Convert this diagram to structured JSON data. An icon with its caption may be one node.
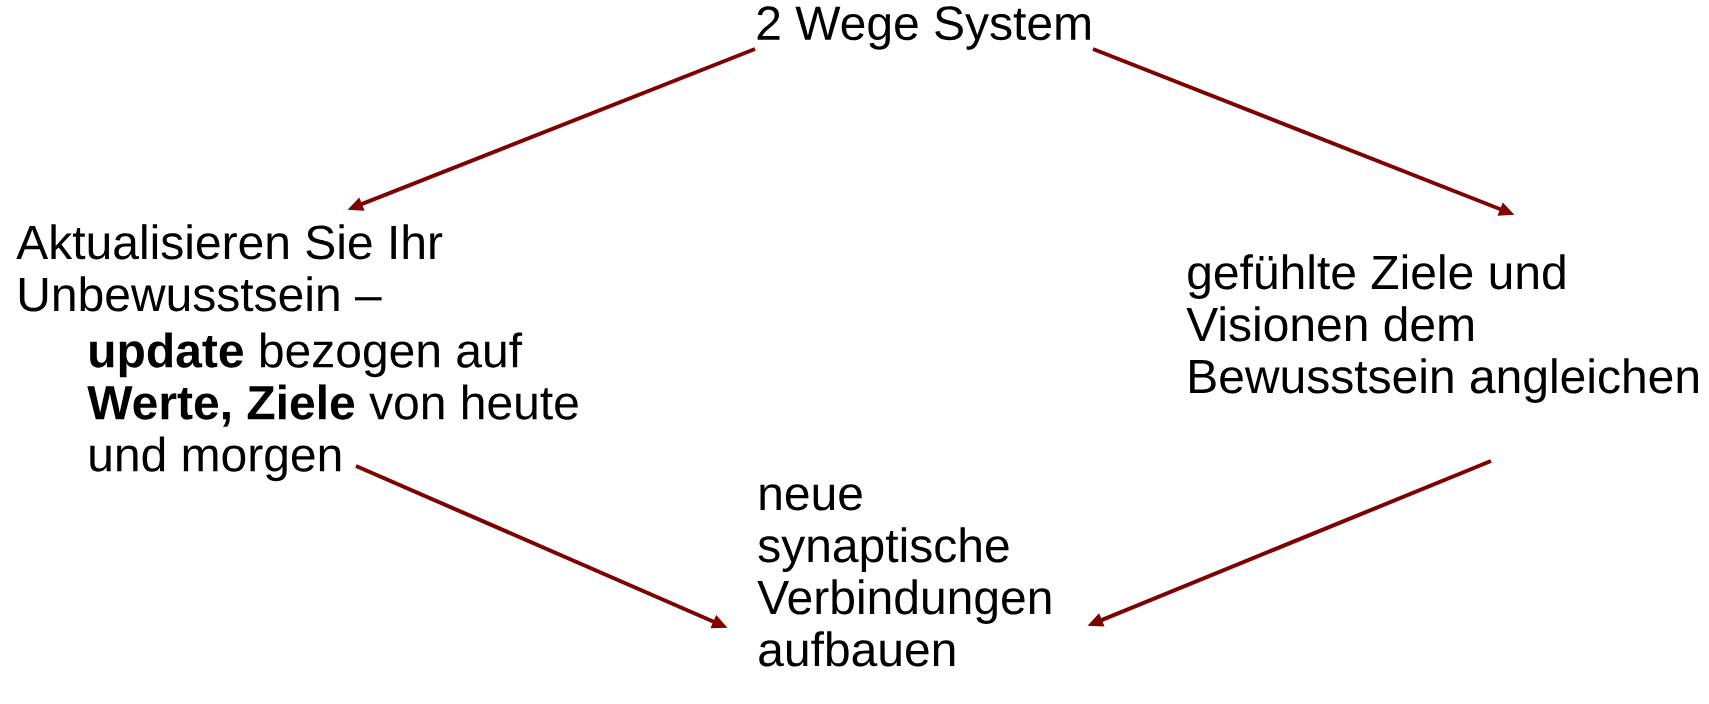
{
  "diagram": {
    "nodes": [
      {
        "text": [
          "2 Wege System"
        ]
      },
      {
        "text": [
          "Aktualisieren Sie Ihr Unbewusstsein –",
          "**update** bezogen auf **Werte, Ziele** von heute und morgen"
        ]
      },
      {
        "text": [
          "gefühlte Ziele und Visionen dem Bewusstsein angleichen"
        ]
      },
      {
        "text": [
          "neue synaptische Verbindungen aufbauen"
        ]
      }
    ],
    "edges": [
      {
        "from": 0,
        "to": 1,
        "arrow": "to"
      },
      {
        "from": 0,
        "to": 2,
        "arrow": "to"
      },
      {
        "from": 1,
        "to": 3,
        "arrow": "to"
      },
      {
        "from": 2,
        "to": 3,
        "arrow": "to"
      }
    ]
  }
}
